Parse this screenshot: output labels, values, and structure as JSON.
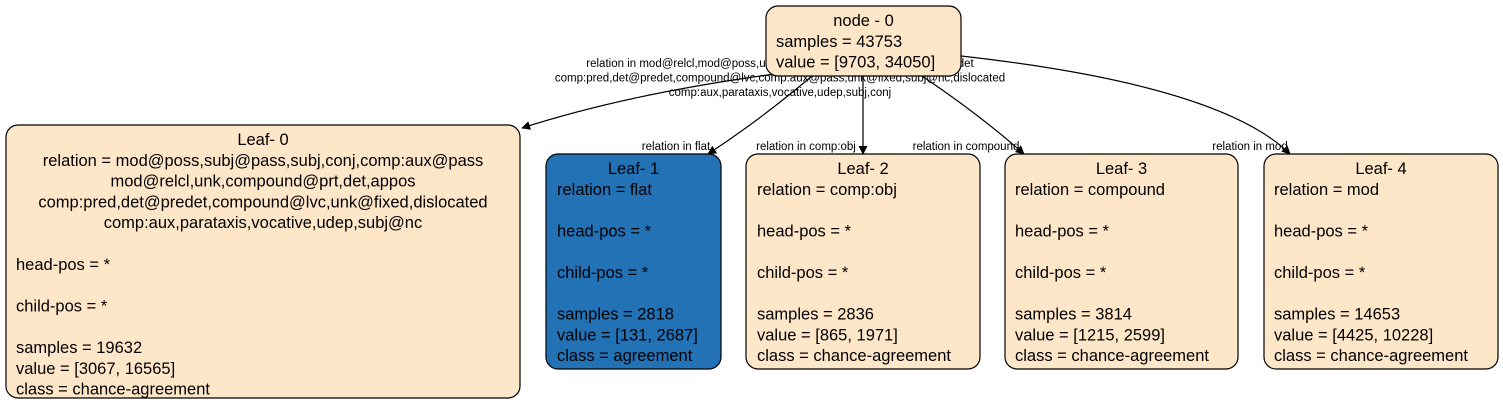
{
  "colors": {
    "node_fill": "#fee6c9",
    "node_fill_highlight": "#2372b6",
    "node_stroke": "#000000",
    "edge": "#000000"
  },
  "root": {
    "title": "node - 0",
    "lines": [
      "samples = 43753",
      "value = [9703, 34050]"
    ]
  },
  "leaves": [
    {
      "title": "Leaf- 0",
      "lines": [
        "relation = mod@poss,subj@pass,subj,conj,comp:aux@pass",
        "mod@relcl,unk,compound@prt,det,appos",
        "comp:pred,det@predet,compound@lvc,unk@fixed,dislocated",
        "comp:aux,parataxis,vocative,udep,subj@nc",
        "",
        "head-pos = *",
        "",
        "child-pos = *",
        "",
        "samples = 19632",
        "value = [3067, 16565]",
        "class = chance-agreement"
      ],
      "highlight": false
    },
    {
      "title": "Leaf- 1",
      "lines": [
        "relation = flat",
        "",
        "head-pos = *",
        "",
        "child-pos = *",
        "",
        "samples = 2818",
        "value = [131, 2687]",
        "class = agreement"
      ],
      "highlight": true
    },
    {
      "title": "Leaf- 2",
      "lines": [
        "relation = comp:obj",
        "",
        "head-pos = *",
        "",
        "child-pos = *",
        "",
        "samples = 2836",
        "value = [865, 1971]",
        "class = chance-agreement"
      ],
      "highlight": false
    },
    {
      "title": "Leaf- 3",
      "lines": [
        "relation = compound",
        "",
        "head-pos = *",
        "",
        "child-pos = *",
        "",
        "samples = 3814",
        "value = [1215, 2599]",
        "class = chance-agreement"
      ],
      "highlight": false
    },
    {
      "title": "Leaf- 4",
      "lines": [
        "relation = mod",
        "",
        "head-pos = *",
        "",
        "child-pos = *",
        "",
        "samples = 14653",
        "value = [4425, 10228]",
        "class = chance-agreement"
      ],
      "highlight": false
    }
  ],
  "edges": [
    {
      "to": "Leaf- 0",
      "label_lines": [
        "relation in mod@relcl,mod@poss,unk,subj@pass,compound@prt,appos,det",
        "comp:pred,det@predet,compound@lvc,comp:aux@pass,unk@fixed,subj@nc,dislocated",
        "comp:aux,parataxis,vocative,udep,subj,conj"
      ]
    },
    {
      "to": "Leaf- 1",
      "label_lines": [
        "relation in flat"
      ]
    },
    {
      "to": "Leaf- 2",
      "label_lines": [
        "relation in comp:obj"
      ]
    },
    {
      "to": "Leaf- 3",
      "label_lines": [
        "relation in compound"
      ]
    },
    {
      "to": "Leaf- 4",
      "label_lines": [
        "relation in mod"
      ]
    }
  ]
}
